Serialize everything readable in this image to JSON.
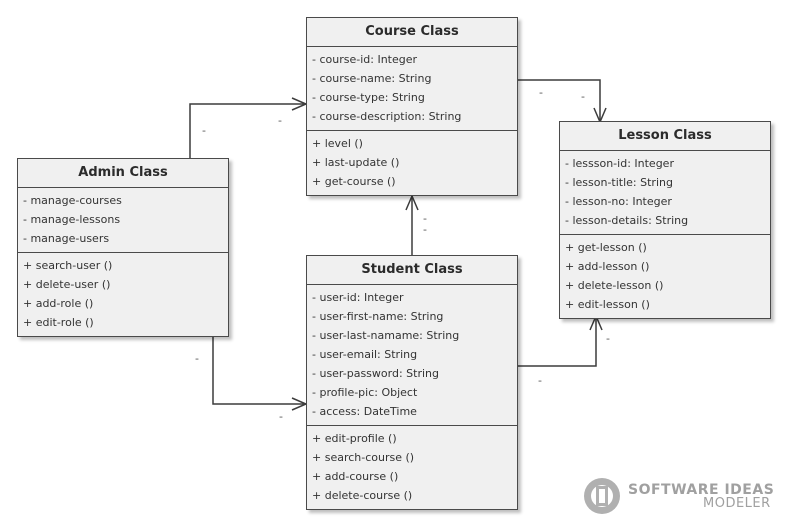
{
  "classes": {
    "course": {
      "title": "Course Class",
      "attributes": [
        "- course-id: Integer",
        "- course-name: String",
        "- course-type: String",
        "- course-description: String"
      ],
      "operations": [
        "+ level ()",
        "+ last-update ()",
        "+ get-course ()"
      ]
    },
    "lesson": {
      "title": "Lesson Class",
      "attributes": [
        "- lessson-id: Integer",
        "- lesson-title: String",
        "- lesson-no: Integer",
        "- lesson-details: String"
      ],
      "operations": [
        "+ get-lesson ()",
        "+ add-lesson ()",
        "+ delete-lesson ()",
        "+ edit-lesson ()"
      ]
    },
    "admin": {
      "title": "Admin Class",
      "attributes": [
        "- manage-courses",
        "- manage-lessons",
        "- manage-users"
      ],
      "operations": [
        "+ search-user ()",
        "+ delete-user ()",
        "+ add-role ()",
        "+ edit-role ()"
      ]
    },
    "student": {
      "title": "Student Class",
      "attributes": [
        "- user-id: Integer",
        "- user-first-name: String",
        "- user-last-namame: String",
        "- user-email: String",
        "- user-password: String",
        "- profile-pic: Object",
        "- access: DateTime"
      ],
      "operations": [
        "+ edit-profile ()",
        "+ search-course ()",
        "+ add-course ()",
        "+ delete-course ()"
      ]
    }
  },
  "multiplicity": {
    "admin_course_src": "-",
    "admin_course_dst": "-",
    "course_lesson_src": "-",
    "course_lesson_dst": "-",
    "student_course_a": "-",
    "student_course_b": "-",
    "admin_student_src": "-",
    "admin_student_dst": "-",
    "student_lesson_src": "-",
    "student_lesson_dst": "-"
  },
  "logo": {
    "line1": "SOFTWARE IDEAS",
    "line2": "MODELER"
  },
  "colors": {
    "line": "#3c3c3c",
    "box_fill": "#f0f0f0",
    "border": "#4a4a4a",
    "logo": "#a0a0a0"
  }
}
